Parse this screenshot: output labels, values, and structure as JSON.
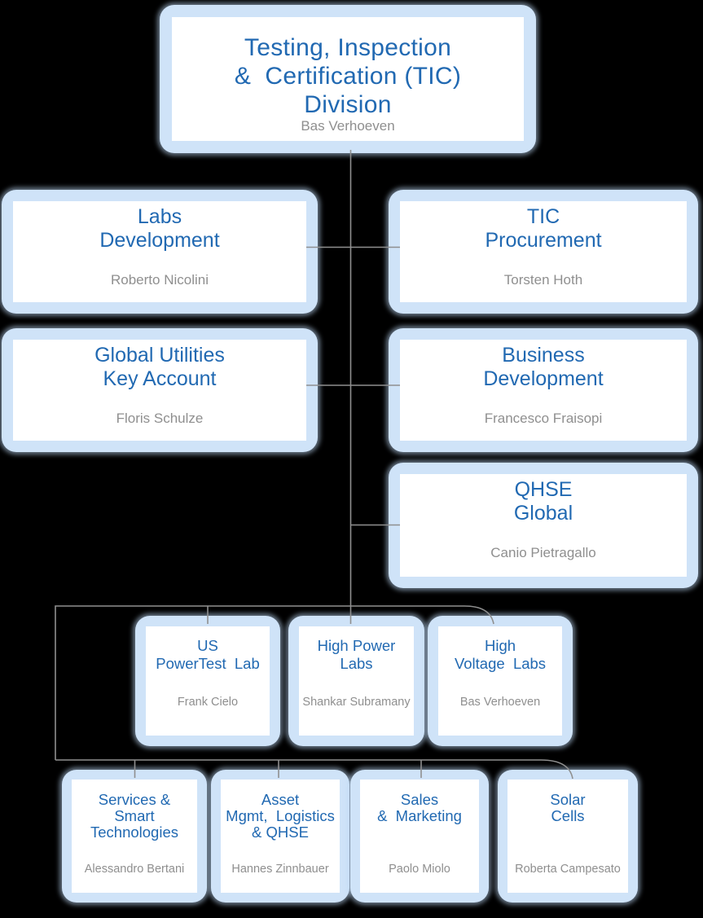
{
  "org_chart": {
    "colors": {
      "title_color": "#2169b2",
      "name_color": "#8f8f8f",
      "box_fill": "#cfe3f8",
      "inner_fill": "#ffffff",
      "connector_color": "#8f8f8f",
      "bg_color": "#000000"
    },
    "nodes": {
      "division": {
        "title": "Testing, Inspection\n&  Certification (TIC)\nDivision",
        "name": "Bas Verhoeven"
      },
      "labs_development": {
        "title": "Labs\nDevelopment",
        "name": "Roberto Nicolini"
      },
      "tic_procurement": {
        "title": "TIC\nProcurement",
        "name": "Torsten Hoth"
      },
      "global_utilities_key_account": {
        "title": "Global Utilities\nKey Account",
        "name": "Floris Schulze"
      },
      "business_development": {
        "title": "Business\nDevelopment",
        "name": "Francesco Fraisopi"
      },
      "qhse_global": {
        "title": "QHSE\nGlobal",
        "name": "Canio Pietragallo"
      },
      "us_powertest_lab": {
        "title": "US\nPowerTest  Lab",
        "name": "Frank Cielo"
      },
      "high_power_labs": {
        "title": "High Power\nLabs",
        "name": "Shankar Subramany"
      },
      "high_voltage_labs": {
        "title": "High\nVoltage  Labs",
        "name": "Bas Verhoeven"
      },
      "services_smart_technologies": {
        "title": "Services &\nSmart\nTechnologies",
        "name": "Alessandro Bertani"
      },
      "asset_mgmt_logistics_qhse": {
        "title": "Asset\nMgmt,  Logistics\n& QHSE",
        "name": "Hannes Zinnbauer"
      },
      "sales_marketing": {
        "title": "Sales\n&  Marketing",
        "name": "Paolo Miolo"
      },
      "solar_cells": {
        "title": "Solar\nCells",
        "name": "Roberta Campesato"
      }
    }
  }
}
